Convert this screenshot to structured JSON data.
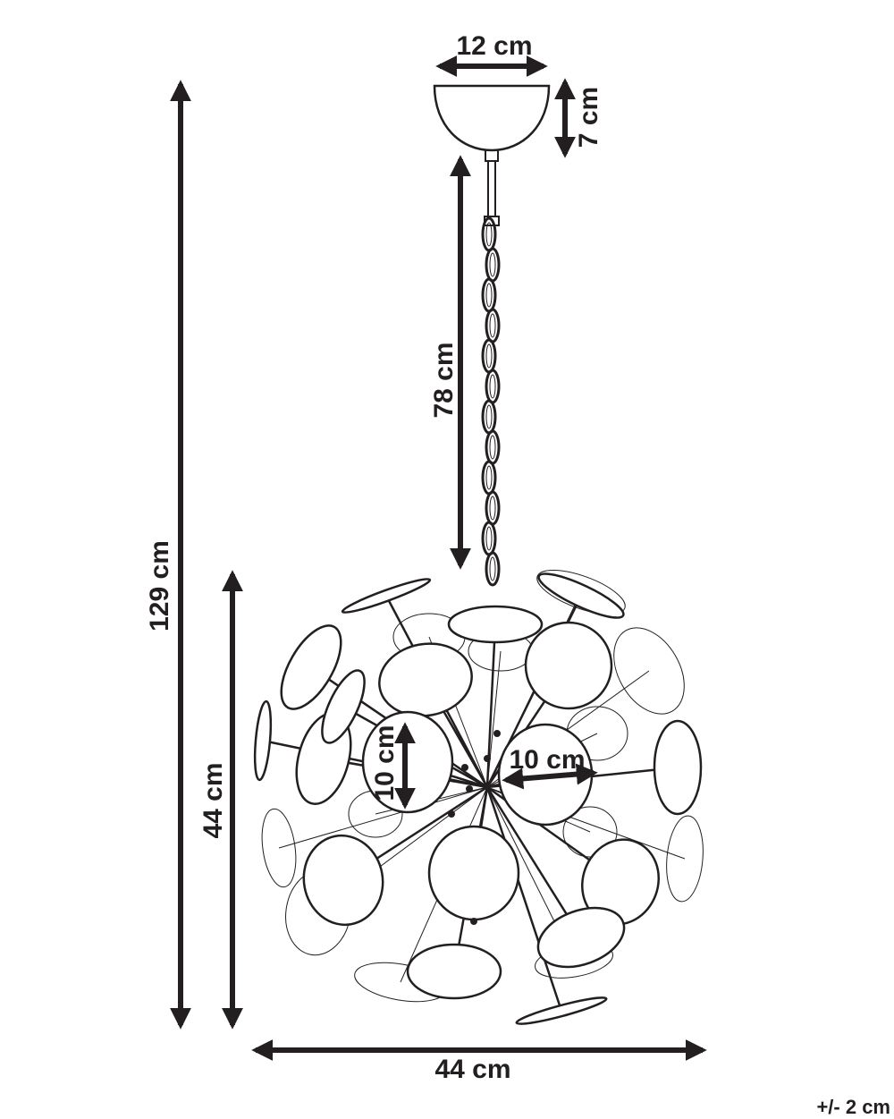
{
  "dimensions": {
    "canopy_width": "12 cm",
    "canopy_height": "7 cm",
    "chain_length": "78 cm",
    "total_height": "129 cm",
    "shade_height": "44 cm",
    "shade_width": "44 cm",
    "disc_height": "10 cm",
    "disc_width": "10 cm"
  },
  "tolerance": "+/- 2 cm",
  "colors": {
    "ink": "#231f20",
    "fill": "#ffffff"
  }
}
